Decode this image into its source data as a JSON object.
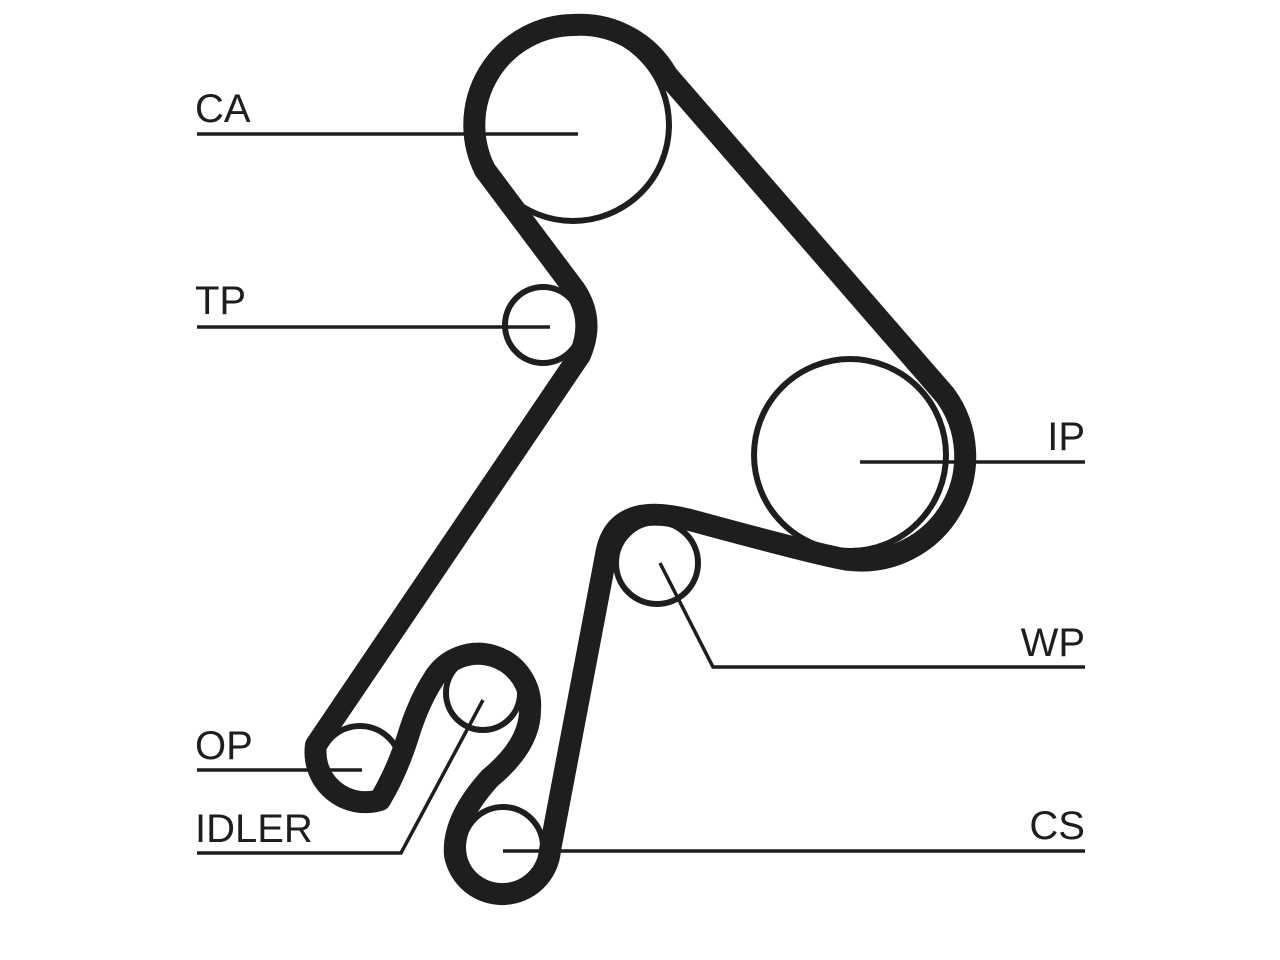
{
  "diagram": {
    "labels": {
      "ca": "CA",
      "tp": "TP",
      "ip": "IP",
      "wp": "WP",
      "op": "OP",
      "idler": "IDLER",
      "cs": "CS"
    }
  },
  "colors": {
    "ink": "#1e1e1e",
    "background": "#ffffff"
  }
}
